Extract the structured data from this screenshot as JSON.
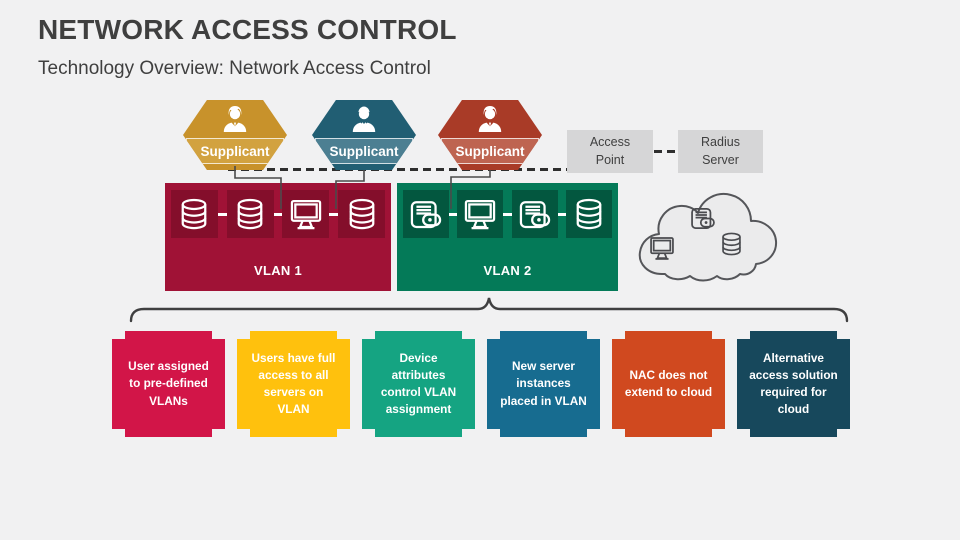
{
  "header": {
    "title": "NETWORK ACCESS CONTROL",
    "subtitle": "Technology Overview: Network Access Control"
  },
  "supplicants": [
    {
      "label": "Supplicant",
      "icon": "person-female",
      "color_top": "#C8922B",
      "color_band": "#D2A240"
    },
    {
      "label": "Supplicant",
      "icon": "person-male",
      "color_top": "#215E73",
      "color_band": "#4C7F92"
    },
    {
      "label": "Supplicant",
      "icon": "person-female",
      "color_top": "#A93B27",
      "color_band": "#BE6451"
    }
  ],
  "network": {
    "access_point": {
      "label": "Access\nPoint",
      "color": "#D6D6D7"
    },
    "radius_server": {
      "label": "Radius\nServer",
      "color": "#D6D6D7"
    }
  },
  "vlans": [
    {
      "label": "VLAN 1",
      "color": "#A01236",
      "tile_color": "#840E2B",
      "icons": [
        "database",
        "database",
        "monitor",
        "database"
      ]
    },
    {
      "label": "VLAN 2",
      "color": "#047A58",
      "tile_color": "#03573F",
      "icons": [
        "wallet",
        "monitor",
        "wallet",
        "database"
      ]
    }
  ],
  "cloud": {
    "icons": [
      "monitor",
      "wallet",
      "database"
    ],
    "fill": "#EBEBEC",
    "stroke": "#55565A"
  },
  "callouts": [
    {
      "text": "User assigned\nto pre-defined\nVLANs",
      "color": "#D21548"
    },
    {
      "text": "Users have full\naccess to all\nservers on\nVLAN",
      "color": "#FFC10D"
    },
    {
      "text": "Device\nattributes\ncontrol VLAN\nassignment",
      "color": "#15A482"
    },
    {
      "text": "New server\ninstances\nplaced in VLAN",
      "color": "#176C90"
    },
    {
      "text": "NAC does not\nextend to cloud",
      "color": "#D0491F"
    },
    {
      "text": "Alternative\naccess solution\nrequired for\ncloud",
      "color": "#17485C"
    }
  ]
}
